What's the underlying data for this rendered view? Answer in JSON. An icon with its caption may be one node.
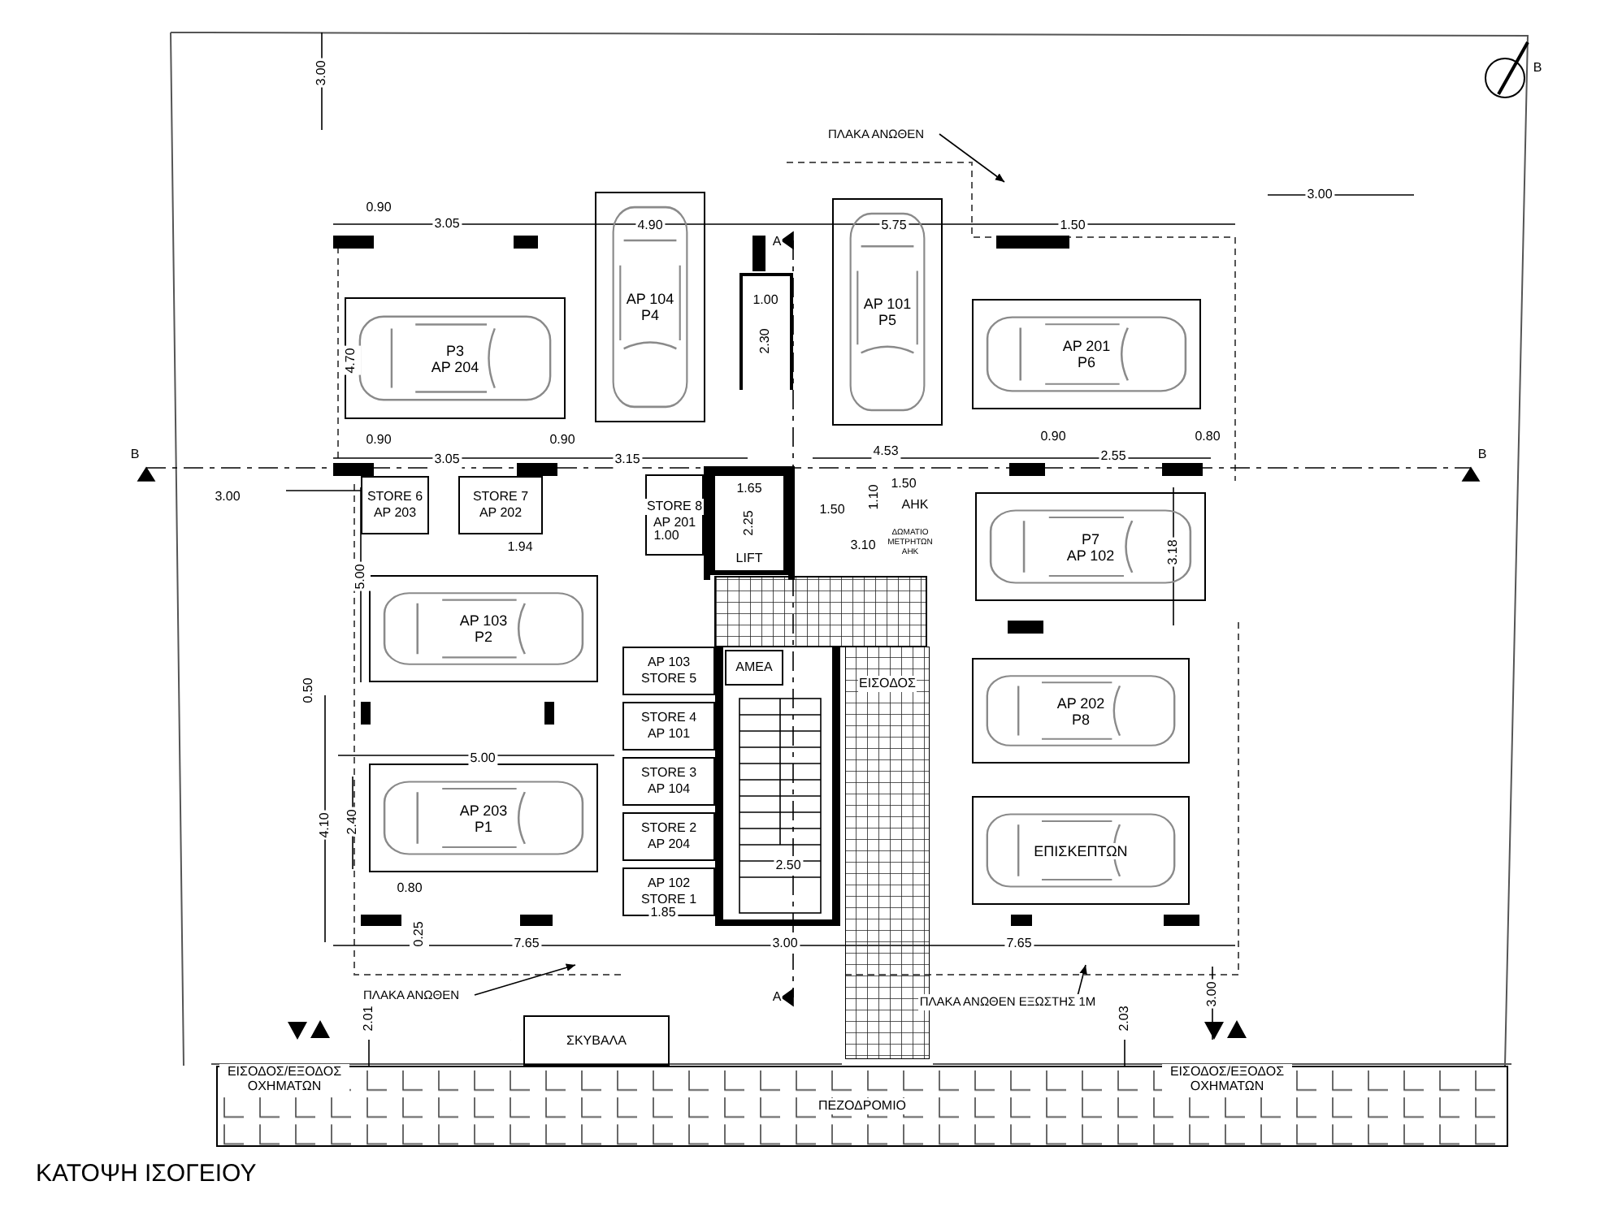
{
  "diagram": {
    "title": "ΚΑΤΟΨΗ ΙΣΟΓΕΙΟΥ",
    "nodes": [
      {
        "text": [
          "P3",
          "AP 204"
        ]
      },
      {
        "text": [
          "AP 104",
          "P4"
        ]
      },
      {
        "text": [
          "AP 101",
          "P5"
        ]
      },
      {
        "text": [
          "AP 201",
          "P6"
        ]
      },
      {
        "text": [
          "STORE 6",
          "AP 203"
        ]
      },
      {
        "text": [
          "STORE 7",
          "AP 202"
        ]
      },
      {
        "text": [
          "STORE 8",
          "AP 201"
        ]
      },
      {
        "text": [
          "LIFT"
        ]
      },
      {
        "text": [
          "P7",
          "AP 102"
        ]
      },
      {
        "text": [
          "AP 103",
          "P2"
        ]
      },
      {
        "text": [
          "ΑΜΕΑ"
        ]
      },
      {
        "text": [
          "AP 103",
          "STORE 5"
        ]
      },
      {
        "text": [
          "STORE 4",
          "AP 101"
        ]
      },
      {
        "text": [
          "STORE 3",
          "AP 104"
        ]
      },
      {
        "text": [
          "STORE 2",
          "AP 204"
        ]
      },
      {
        "text": [
          "AP 102",
          "STORE 1"
        ]
      },
      {
        "text": [
          "ΕΙΣΟΔΟΣ"
        ]
      },
      {
        "text": [
          "AP 202",
          "P8"
        ]
      },
      {
        "text": [
          "AP 203",
          "P1"
        ]
      },
      {
        "text": [
          "ΕΠΙΣΚΕΠΤΩΝ"
        ]
      },
      {
        "text": [
          "ΣΚΥΒΑΛΑ"
        ]
      },
      {
        "text": [
          "ΠΕΖΟΔΡΟΜΙΟ"
        ]
      },
      {
        "text": [
          "ΠΛΑΚΑ ΑΝΩΘΕΝ"
        ]
      },
      {
        "text": [
          "ΠΛΑΚΑ ΑΝΩΘΕΝ"
        ]
      },
      {
        "text": [
          "ΠΛΑΚΑ ΑΝΩΘΕΝ ΕΞΩΣΤΗΣ 1Μ"
        ]
      }
    ],
    "edges": [
      {
        "from": 22,
        "to": null,
        "arrow": "to"
      },
      {
        "from": 23,
        "to": null,
        "arrow": "to"
      },
      {
        "from": 24,
        "to": null,
        "arrow": "to"
      }
    ],
    "labels": [
      "3.00",
      "0.90",
      "3.05",
      "4.90",
      "5.75",
      "1.50",
      "3.00",
      "4.70",
      "1.00",
      "2.30",
      "0.90",
      "3.05",
      "0.90",
      "3.15",
      "4.53",
      "0.90",
      "2.55",
      "0.80",
      "1.94",
      "1.65",
      "2.25",
      "1.00",
      "1.50",
      "ΑΗΚ",
      "1.50",
      "1.10",
      "3.10",
      "ΔΩΜΑΤΙΟ ΜΕΤΡΗΤΩΝ ΑΗΚ",
      "3.18",
      "3.00",
      "5.00",
      "0.50",
      "5.00",
      "4.10",
      "2.40",
      "0.80",
      "0.25",
      "1.85",
      "2.50",
      "7.65",
      "3.00",
      "7.65",
      "2.01",
      "2.03",
      "3.00",
      "Α",
      "Α",
      "Β",
      "Β",
      "Β",
      "ΕΙΣΟΔΟΣ/ΕΞΟΔΟΣ ΟΧΗΜΑΤΩΝ",
      "ΕΙΣΟΔΟΣ/ΕΞΟΔΟΣ ΟΧΗΜΑΤΩΝ"
    ]
  }
}
